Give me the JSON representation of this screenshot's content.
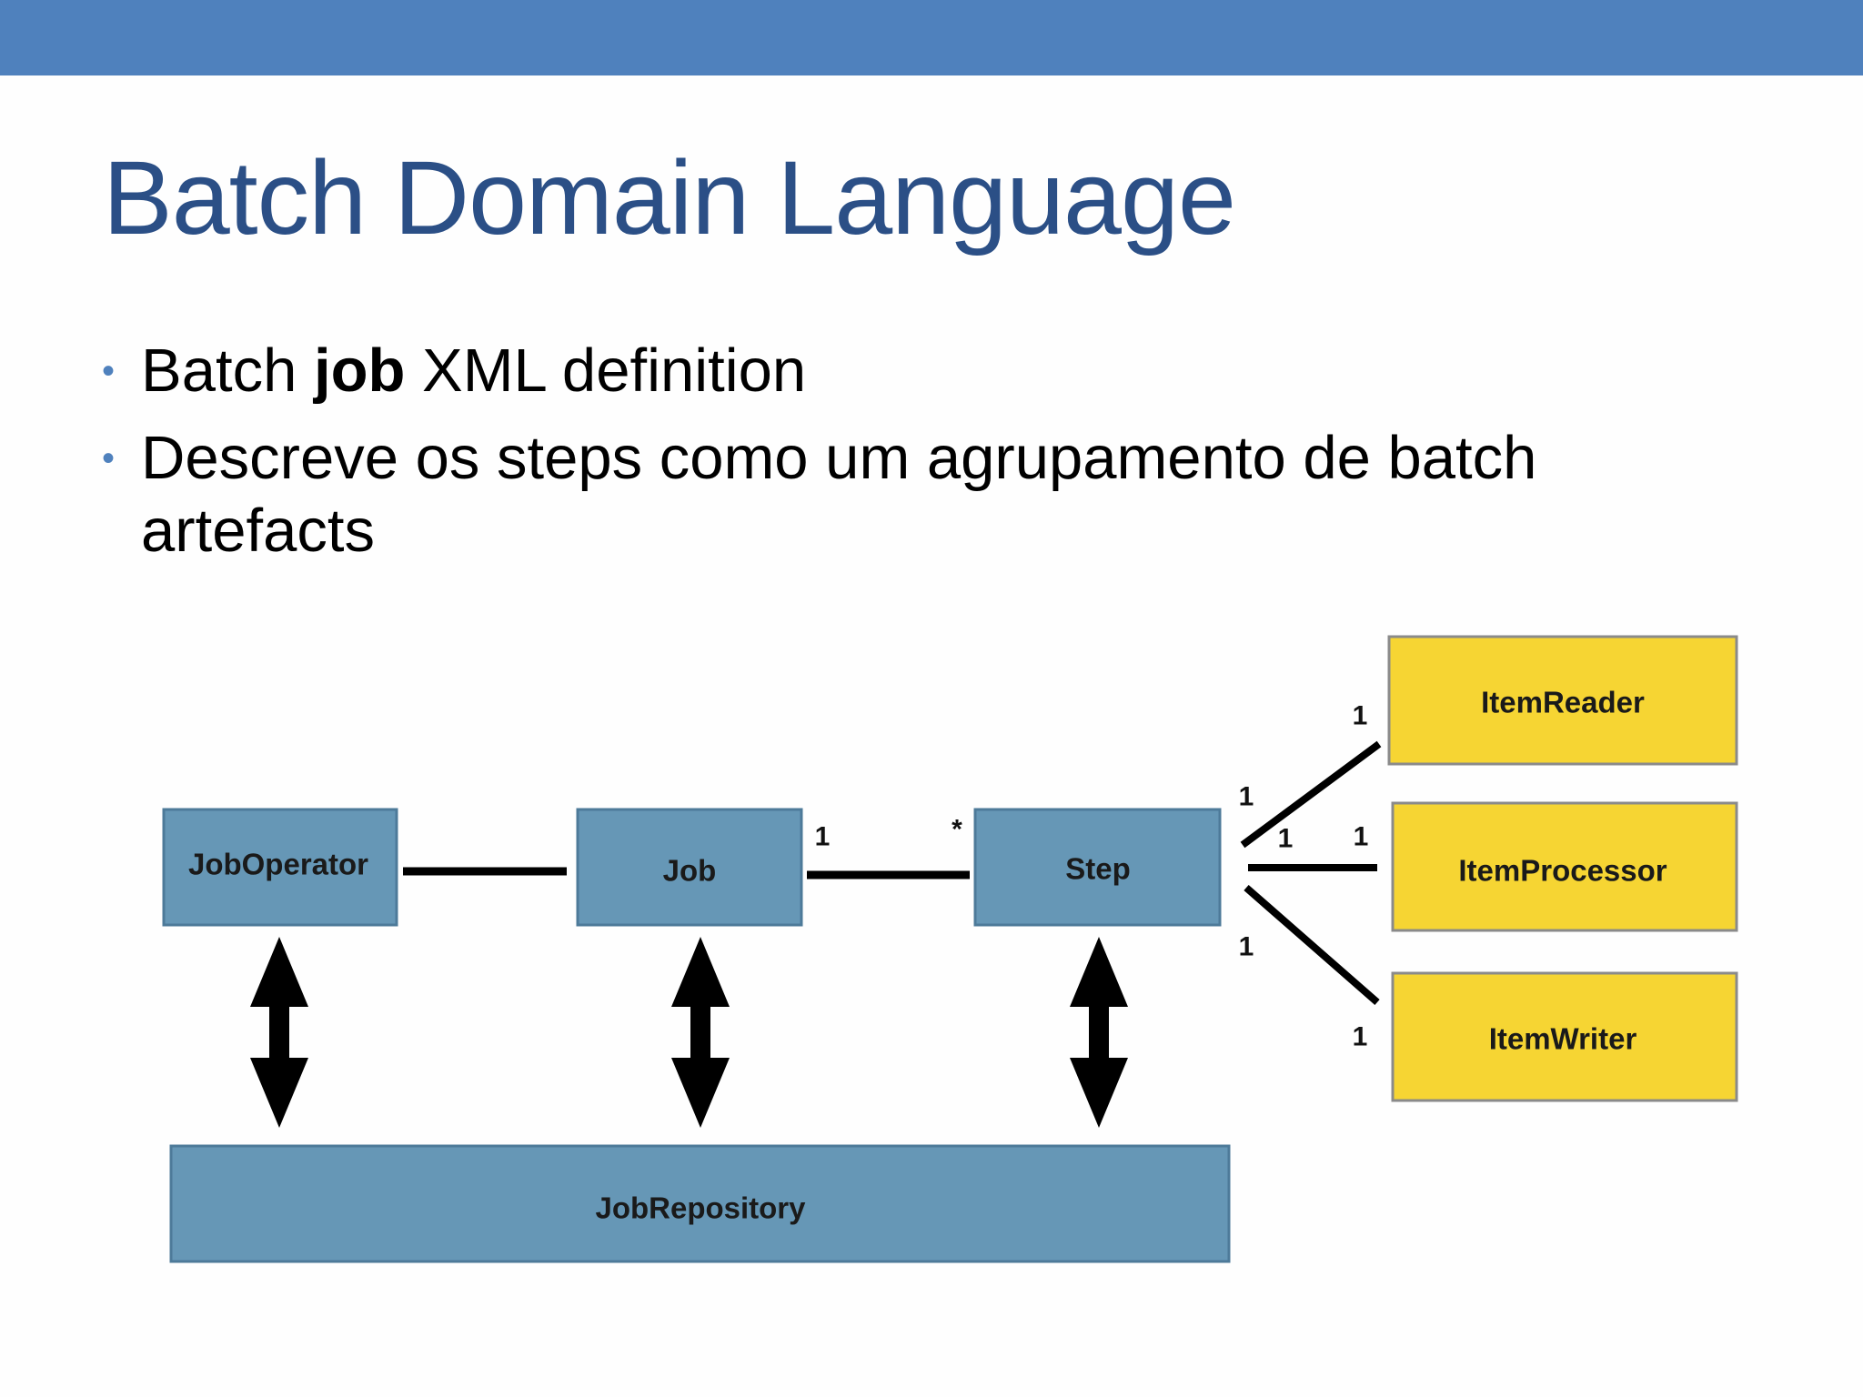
{
  "colors": {
    "top_bar": "#4f81bd",
    "title": "#2b4f86",
    "bullet": "#4f81bd",
    "blue_box": "#6697b6",
    "blue_box_border": "#4d7a99",
    "yellow_box": "#f6d533",
    "yellow_box_border": "#8a8a8a",
    "connector": "#000000"
  },
  "slide": {
    "title": "Batch Domain Language",
    "bullets": [
      {
        "before": "Batch ",
        "bold": "job",
        "after": " XML definition"
      },
      {
        "before": "Descreve os steps como um agrupamento de batch artefacts",
        "bold": "",
        "after": ""
      }
    ]
  },
  "diagram": {
    "nodes": {
      "job_operator": "JobOperator",
      "job": "Job",
      "step": "Step",
      "job_repository": "JobRepository",
      "item_reader": "ItemReader",
      "item_processor": "ItemProcessor",
      "item_writer": "ItemWriter"
    },
    "multiplicities": {
      "job_side": "1",
      "step_side": "*",
      "step_to_reader": "1",
      "reader_side": "1",
      "step_to_processor": "1",
      "processor_side": "1",
      "step_to_writer": "1",
      "writer_side": "1"
    }
  }
}
